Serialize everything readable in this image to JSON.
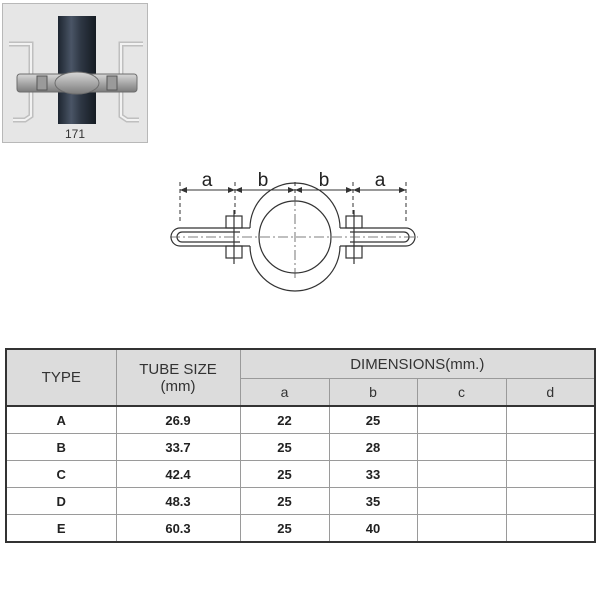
{
  "product": {
    "code": "171"
  },
  "drawing": {
    "dim_labels": [
      "a",
      "b",
      "b",
      "a"
    ]
  },
  "table": {
    "header": {
      "type": "TYPE",
      "tube_size_line1": "TUBE SIZE",
      "tube_size_line2": "(mm)",
      "dimensions": "DIMENSIONS(mm.)",
      "sub": [
        "a",
        "b",
        "c",
        "d"
      ]
    },
    "rows": [
      {
        "type": "A",
        "tube": "26.9",
        "a": "22",
        "b": "25",
        "c": "",
        "d": ""
      },
      {
        "type": "B",
        "tube": "33.7",
        "a": "25",
        "b": "28",
        "c": "",
        "d": ""
      },
      {
        "type": "C",
        "tube": "42.4",
        "a": "25",
        "b": "33",
        "c": "",
        "d": ""
      },
      {
        "type": "D",
        "tube": "48.3",
        "a": "25",
        "b": "35",
        "c": "",
        "d": ""
      },
      {
        "type": "E",
        "tube": "60.3",
        "a": "25",
        "b": "40",
        "c": "",
        "d": ""
      }
    ]
  }
}
